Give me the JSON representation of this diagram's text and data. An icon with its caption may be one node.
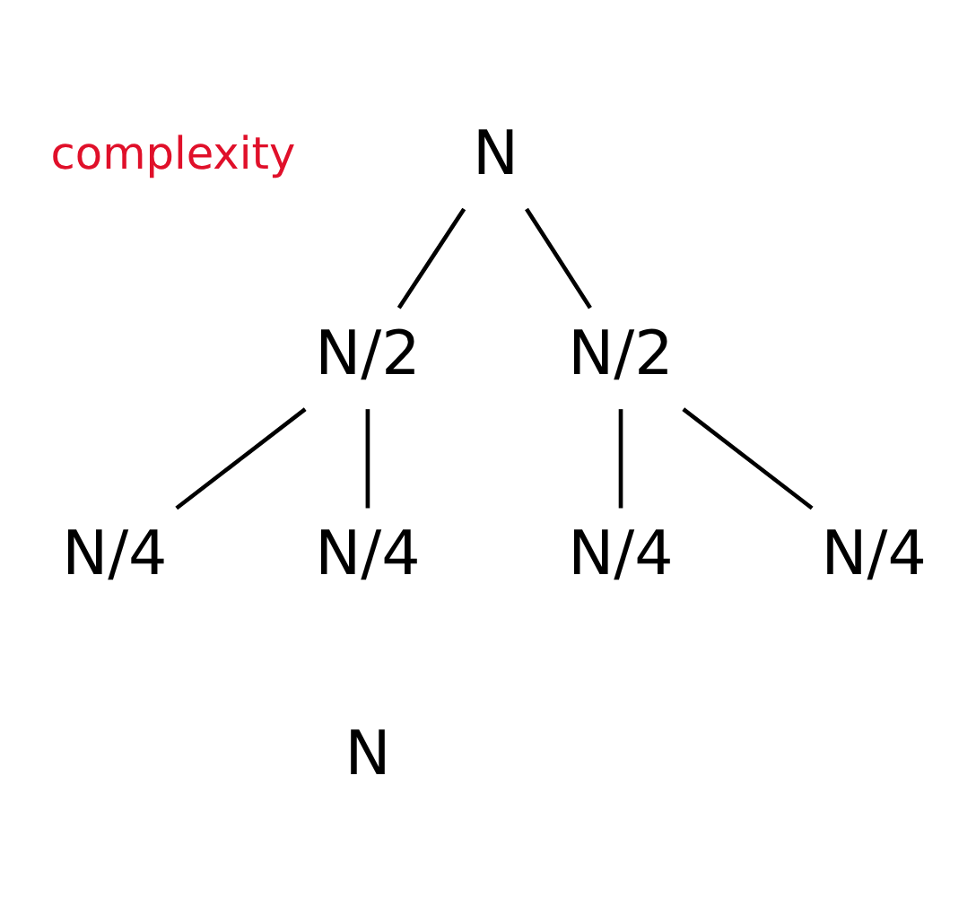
{
  "diagram": {
    "nodes": [
      {
        "text": [
          "N"
        ]
      },
      {
        "text": [
          "N/2"
        ]
      },
      {
        "text": [
          "N/2"
        ]
      },
      {
        "text": [
          "N/4"
        ]
      },
      {
        "text": [
          "N/4"
        ]
      },
      {
        "text": [
          "N/4"
        ]
      },
      {
        "text": [
          "N/4"
        ]
      }
    ],
    "edges": [
      {
        "from": 0,
        "to": 1,
        "arrow": "none"
      },
      {
        "from": 0,
        "to": 2,
        "arrow": "none"
      },
      {
        "from": 1,
        "to": 3,
        "arrow": "none"
      },
      {
        "from": 1,
        "to": 4,
        "arrow": "none"
      },
      {
        "from": 2,
        "to": 5,
        "arrow": "none"
      },
      {
        "from": 2,
        "to": 6,
        "arrow": "none"
      }
    ],
    "labels": [
      "complexity",
      "N"
    ]
  }
}
